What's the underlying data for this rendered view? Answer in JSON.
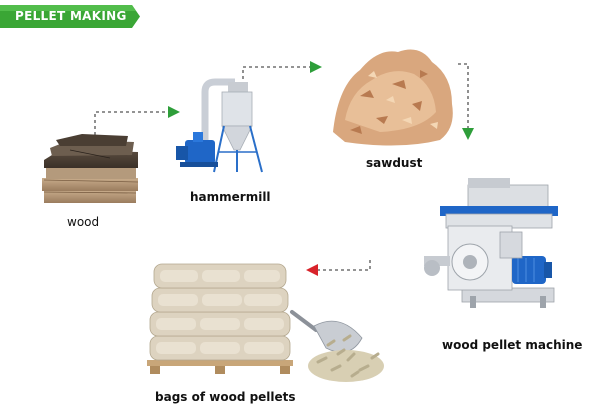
{
  "header": {
    "title": "PELLET MAKING"
  },
  "colors": {
    "banner_green": "#3aa635",
    "arrow_green": "#2e9e3a",
    "arrow_red": "#d8232a",
    "connector": "#555555"
  },
  "steps": [
    {
      "id": "wood",
      "label": "wood",
      "icon": "wood-planks-icon"
    },
    {
      "id": "hammermill",
      "label": "hammermill",
      "icon": "hammermill-icon"
    },
    {
      "id": "sawdust",
      "label": "sawdust",
      "icon": "sawdust-pile-icon"
    },
    {
      "id": "machine",
      "label": "wood pellet machine",
      "icon": "pellet-machine-icon"
    },
    {
      "id": "bags",
      "label": "bags of wood pellets",
      "icon": "pellet-bags-icon"
    }
  ]
}
